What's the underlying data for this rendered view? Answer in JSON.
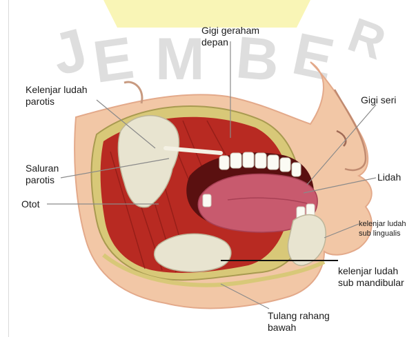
{
  "watermark": {
    "letters": [
      "J",
      "E",
      "M",
      "B",
      "E",
      "R"
    ],
    "color": "#c9c9c9",
    "accent": "#f4ec7a"
  },
  "labels": {
    "gigi_geraham": {
      "line1": "Gigi geraham",
      "line2": "depan"
    },
    "kelenjar_parotis": {
      "line1": "Kelenjar ludah",
      "line2": "parotis"
    },
    "gigi_seri": {
      "line1": "Gigi seri"
    },
    "saluran_parotis": {
      "line1": "Saluran",
      "line2": "parotis"
    },
    "lidah": {
      "line1": "Lidah"
    },
    "otot": {
      "line1": "Otot"
    },
    "kelenjar_sublingualis": {
      "line1": "kelenjar ludah",
      "line2": "sub lingualis"
    },
    "kelenjar_submandibular": {
      "line1": "kelenjar ludah",
      "line2": "sub mandibular"
    },
    "tulang_rahang": {
      "line1": "Tulang rahang",
      "line2": "bawah"
    }
  },
  "colors": {
    "skin": "#f2c7a6",
    "muscle": "#b82a22",
    "tongue": "#c85a6e",
    "gland": "#e8e4d0",
    "bone": "#d8c878",
    "leader": "#8a8a8a"
  }
}
